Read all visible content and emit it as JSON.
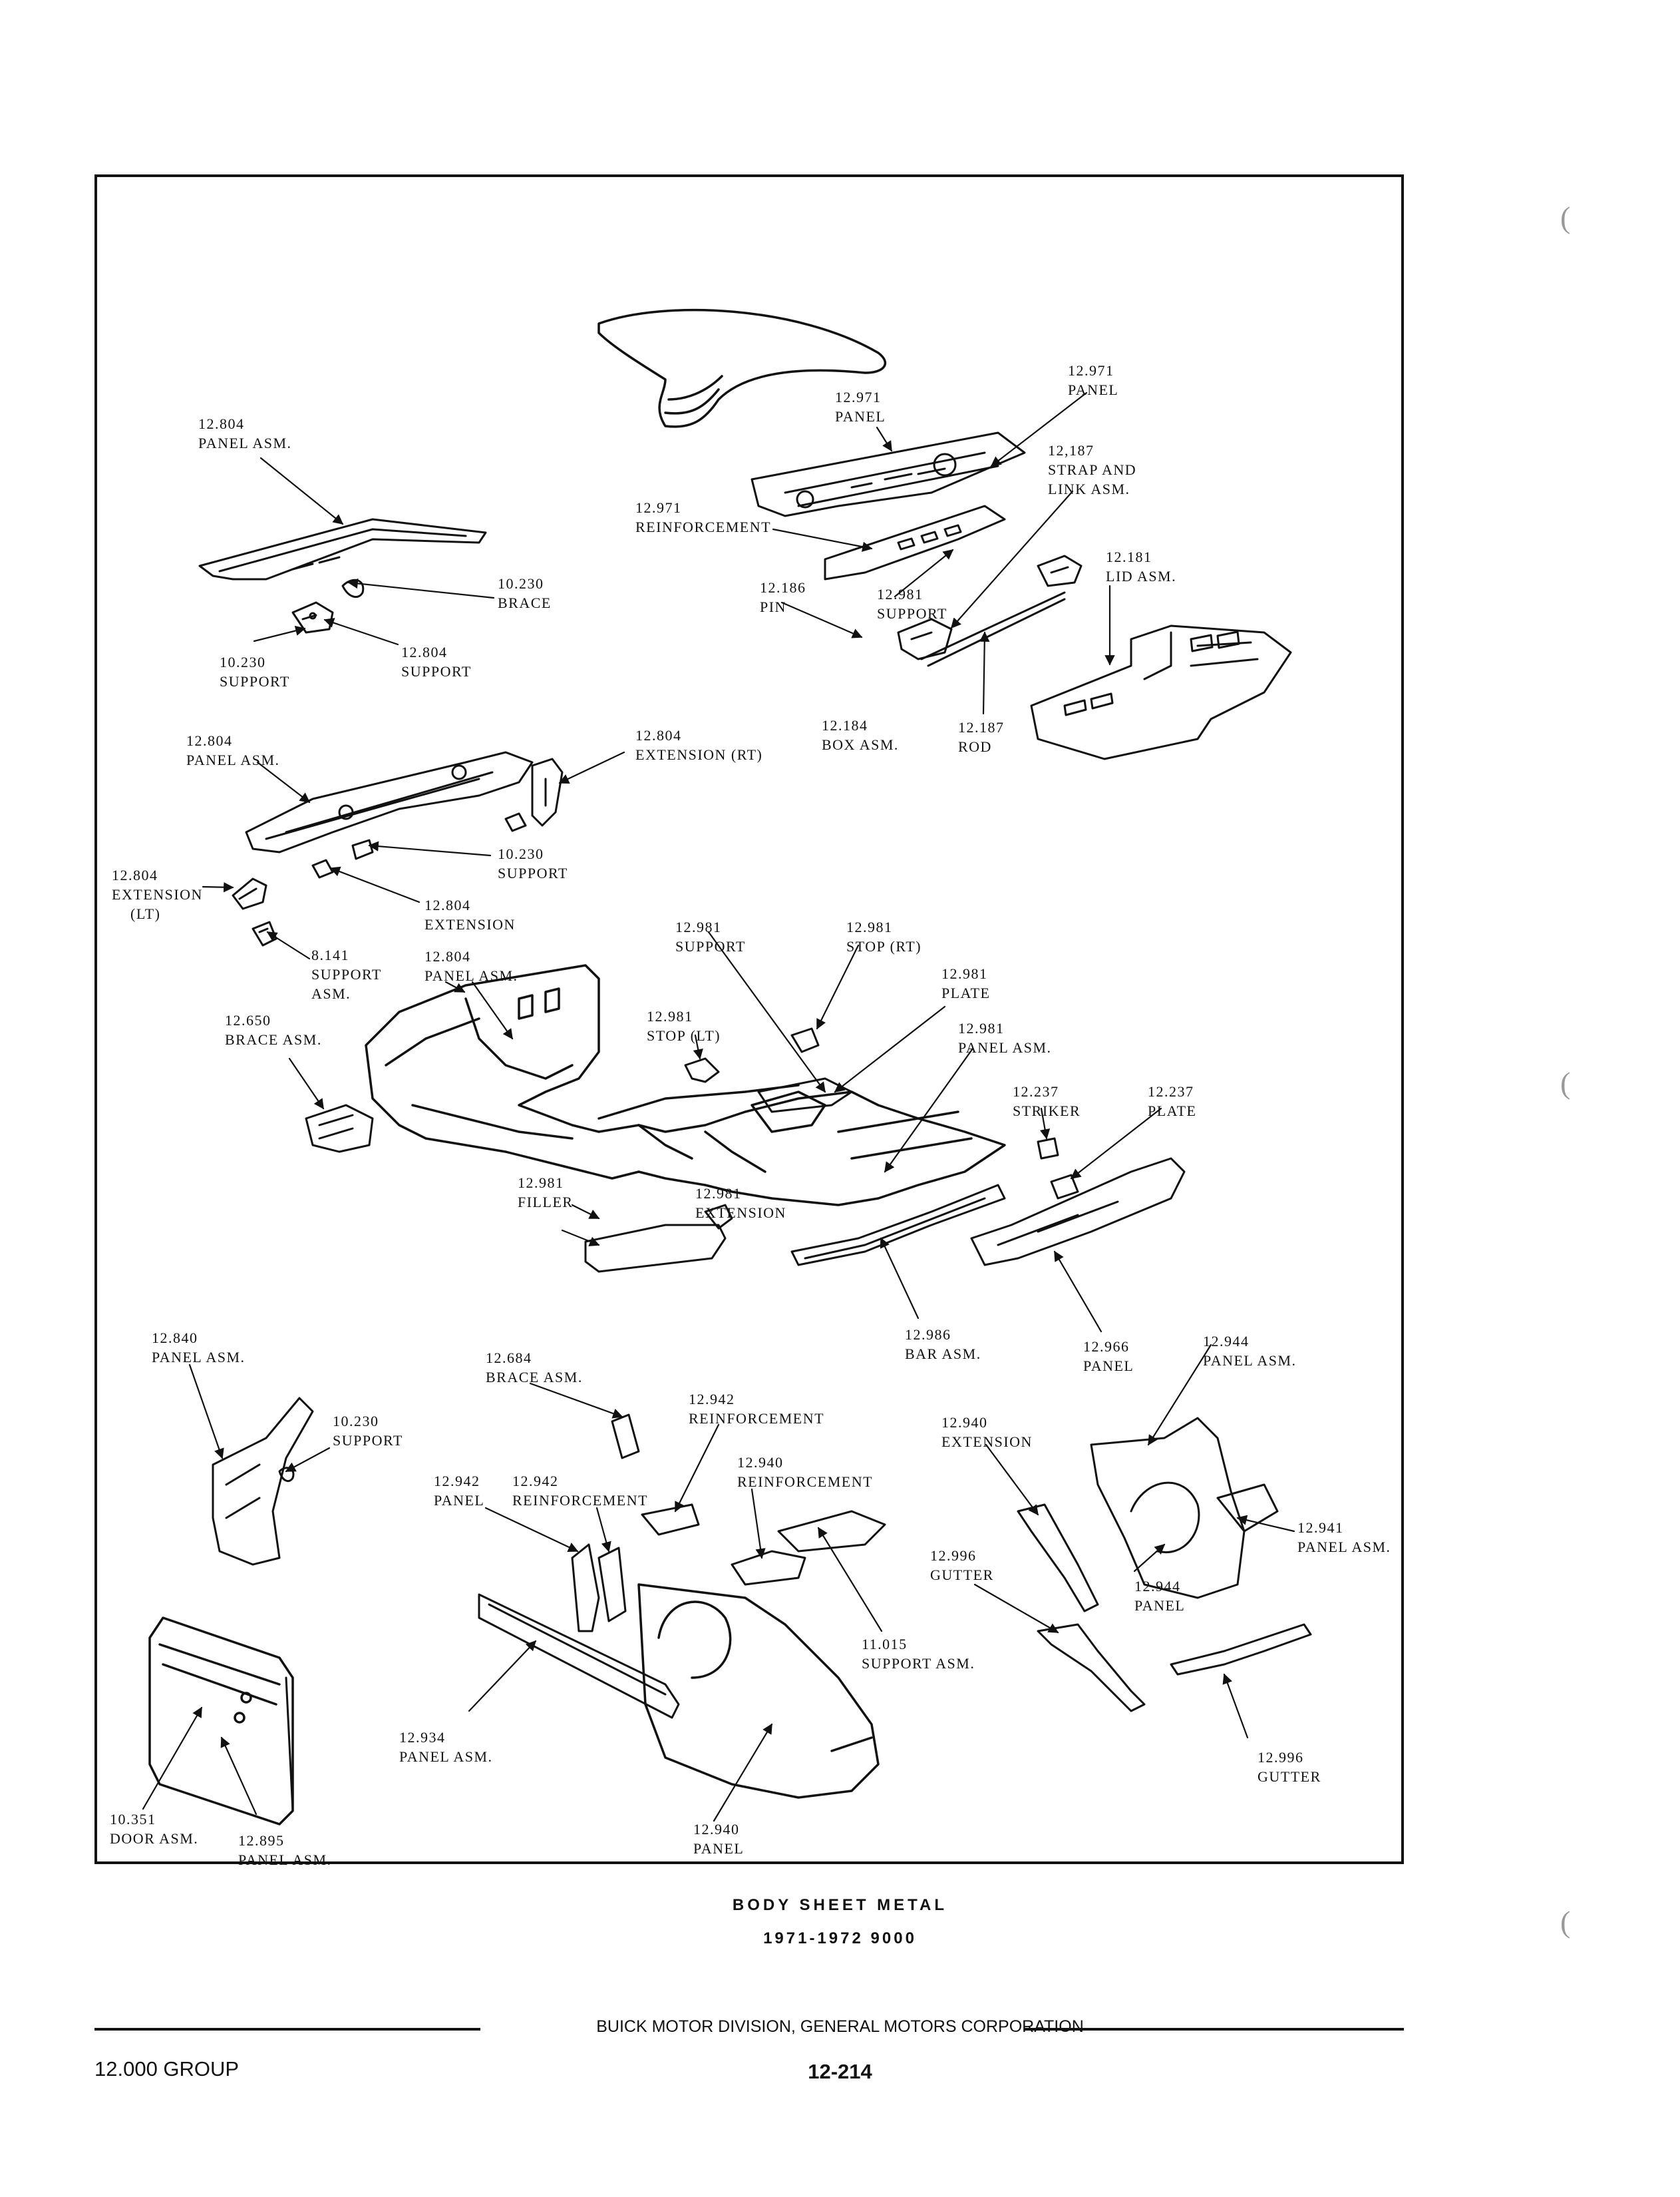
{
  "caption": {
    "title": "BODY SHEET METAL",
    "model": "1971-1972 9000"
  },
  "footer": {
    "company": "BUICK MOTOR DIVISION, GENERAL MOTORS CORPORATION",
    "group": "12.000 GROUP",
    "page": "12-214"
  },
  "labels": [
    {
      "l1": "12.971",
      "l2": "PANEL"
    },
    {
      "l1": "12.971",
      "l2": "PANEL"
    },
    {
      "l1": "12.804",
      "l2": "PANEL ASM."
    },
    {
      "l1": "12,187",
      "l2": "STRAP AND",
      "l3": "LINK ASM."
    },
    {
      "l1": "12.971",
      "l2": "REINFORCEMENT"
    },
    {
      "l1": "12.181",
      "l2": "LID ASM."
    },
    {
      "l1": "10.230",
      "l2": "BRACE"
    },
    {
      "l1": "12.186",
      "l2": "PIN"
    },
    {
      "l1": "12.981",
      "l2": "SUPPORT"
    },
    {
      "l1": "10.230",
      "l2": "SUPPORT"
    },
    {
      "l1": "12.804",
      "l2": "SUPPORT"
    },
    {
      "l1": "12.184",
      "l2": "BOX ASM."
    },
    {
      "l1": "12.187",
      "l2": "ROD"
    },
    {
      "l1": "12.804",
      "l2": "PANEL ASM."
    },
    {
      "l1": "12.804",
      "l2": "EXTENSION (RT)"
    },
    {
      "l1": "10.230",
      "l2": "SUPPORT"
    },
    {
      "l1": "12.804",
      "l2": "EXTENSION",
      "l3": "(LT)"
    },
    {
      "l1": "12.804",
      "l2": "EXTENSION"
    },
    {
      "l1": "12.981",
      "l2": "SUPPORT"
    },
    {
      "l1": "12.981",
      "l2": "STOP (RT)"
    },
    {
      "l1": "8.141",
      "l2": "SUPPORT",
      "l3": "ASM."
    },
    {
      "l1": "12.804",
      "l2": "PANEL ASM."
    },
    {
      "l1": "12.981",
      "l2": "PLATE"
    },
    {
      "l1": "12.650",
      "l2": "BRACE ASM."
    },
    {
      "l1": "12.981",
      "l2": "STOP (LT)"
    },
    {
      "l1": "12.981",
      "l2": "PANEL ASM."
    },
    {
      "l1": "12.237",
      "l2": "STRIKER"
    },
    {
      "l1": "12.237",
      "l2": "PLATE"
    },
    {
      "l1": "12.981",
      "l2": "FILLER"
    },
    {
      "l1": "12.981",
      "l2": "EXTENSION"
    },
    {
      "l1": "12.986",
      "l2": "BAR ASM."
    },
    {
      "l1": "12.966",
      "l2": "PANEL"
    },
    {
      "l1": "12.944",
      "l2": "PANEL ASM."
    },
    {
      "l1": "12.840",
      "l2": "PANEL ASM."
    },
    {
      "l1": "12.684",
      "l2": "BRACE ASM."
    },
    {
      "l1": "12.942",
      "l2": "REINFORCEMENT"
    },
    {
      "l1": "10.230",
      "l2": "SUPPORT"
    },
    {
      "l1": "12.940",
      "l2": "EXTENSION"
    },
    {
      "l1": "12.942",
      "l2": "PANEL"
    },
    {
      "l1": "12.942",
      "l2": "REINFORCEMENT"
    },
    {
      "l1": "12.940",
      "l2": "REINFORCEMENT"
    },
    {
      "l1": "12.941",
      "l2": "PANEL ASM."
    },
    {
      "l1": "12.996",
      "l2": "GUTTER"
    },
    {
      "l1": "12.944",
      "l2": "PANEL"
    },
    {
      "l1": "11.015",
      "l2": "SUPPORT ASM."
    },
    {
      "l1": "12.934",
      "l2": "PANEL ASM."
    },
    {
      "l1": "12.996",
      "l2": "GUTTER"
    },
    {
      "l1": "10.351",
      "l2": "DOOR ASM."
    },
    {
      "l1": "12.895",
      "l2": "PANEL ASM."
    },
    {
      "l1": "12.940",
      "l2": "PANEL"
    }
  ]
}
